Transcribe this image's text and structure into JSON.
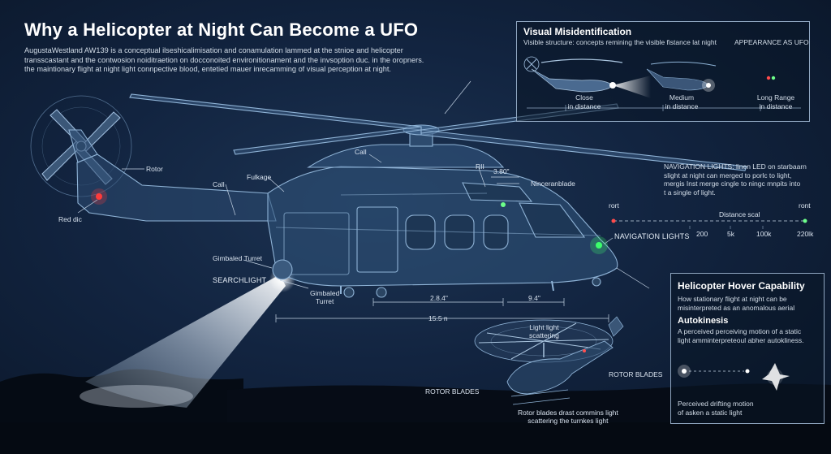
{
  "title": "Why a Helicopter at Night Can Become a UFO",
  "intro": [
    "AugustaWestland AW139 is a conceptual ilseshicalimisation and conamulation lammed at the stnioe and helicopter",
    "transscastant and the contwosion noiditraetion on docconoited environitionament and the invsoption duc. in the oropners.",
    "the maintionary flight at night light connpective blood, entetied mauer inrecamming of visual perception at night."
  ],
  "labels": {
    "rotor": "Rotor",
    "red_disc": "Red dic",
    "call_left": "Call",
    "fuselage": "Fulkage",
    "call_top": "Call",
    "rii": "RII",
    "dim_top": "3.80\"",
    "ninceran": "Ninceranblade",
    "gimbaled_left": "Gimbaled Turret",
    "searchlight": "SEARCHLIGHT",
    "gimbaled_bottom_1": "Gimbaled",
    "gimbaled_bottom_2": "Turret",
    "dim_a": "2.8.4\"",
    "dim_b": "9.4\"",
    "dim_length": "15.5 n",
    "nav_lights": "NAVIGATION LIGHTS",
    "light_scatter_1": "Light light",
    "light_scatter_2": "scattering",
    "rotor_blades_right": "ROTOR BLADES",
    "rotor_blades_left": "ROTOR BLADES",
    "rotor_drift_1": "Rotor blades drast commins light",
    "rotor_drift_2": "scattering the turnkes light"
  },
  "misid": {
    "title": "Visual Misidentification",
    "subtitle": "Visible structure: concepts remining the visible fistance lat night",
    "appearance": "APPEARANCE AS UFO",
    "close_1": "Close",
    "close_2": "in  distance",
    "medium_1": "Medium",
    "medium_2": "in distance",
    "long_1": "Long Range",
    "long_2": "in  distance"
  },
  "nav_note": {
    "heading": "NAVIGATION LIGHTS:",
    "line1": "linen LED on starbaarn",
    "line2": "slight at night can merged to porlc to light,",
    "line3": "mergis Inst merge cingle to ningc mnpits into",
    "line4": "t a single of light."
  },
  "distance_scale": {
    "left": "rort",
    "right": "ront",
    "label": "Distance scal",
    "ticks": [
      "200",
      "5k",
      "100k",
      "220lk"
    ]
  },
  "hover": {
    "title": "Helicopter Hover Capability",
    "line1": "How stationary flight at night can be",
    "line2": "misinterpreted as an anomalous aerial",
    "autokinesis": "Autokinesis",
    "ak1": "A perceived perceiving motion of a static",
    "ak2": "light amminterpreteoul abher autokliness.",
    "drift1": "Perceived drifting motion",
    "drift2": "of asken a static light"
  }
}
